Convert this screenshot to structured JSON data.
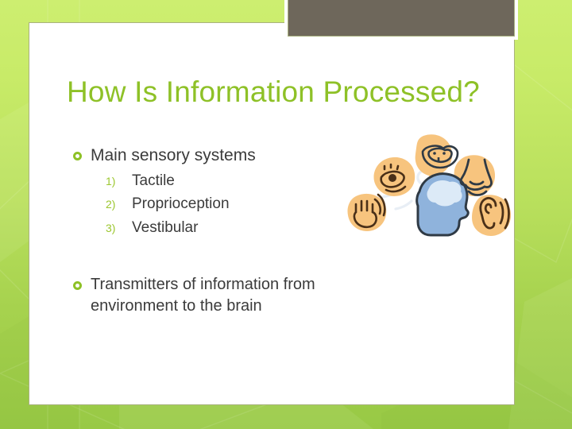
{
  "slide": {
    "title": "How Is Information Processed?",
    "title_color": "#8EC127",
    "background_color": "#B8DF5C",
    "panel_color": "#FFFFFF",
    "header_box_color": "#6E675B",
    "body": {
      "bullets": [
        {
          "marker": "ring-bullet",
          "text": "Main sensory systems",
          "sub_items": [
            {
              "number": "1)",
              "text": "Tactile"
            },
            {
              "number": "2)",
              "text": "Proprioception"
            },
            {
              "number": "3)",
              "text": "Vestibular"
            }
          ]
        },
        {
          "marker": "ring-bullet",
          "text": "Transmitters of information from environment to the brain",
          "sub_items": []
        }
      ]
    },
    "illustration": {
      "name": "sensory-systems-diagram",
      "blob_color": "#F7C47E",
      "head_color": "#8FB3DC",
      "brain_color": "#DCEAF7",
      "outline_color": "#2F3A45",
      "nodes": [
        {
          "name": "eye-icon",
          "label": "eye"
        },
        {
          "name": "mouth-icon",
          "label": "mouth"
        },
        {
          "name": "nose-icon",
          "label": "nose"
        },
        {
          "name": "ear-icon",
          "label": "ear"
        },
        {
          "name": "hand-icon",
          "label": "hand"
        },
        {
          "name": "head-brain-icon",
          "label": "brain"
        }
      ]
    }
  }
}
